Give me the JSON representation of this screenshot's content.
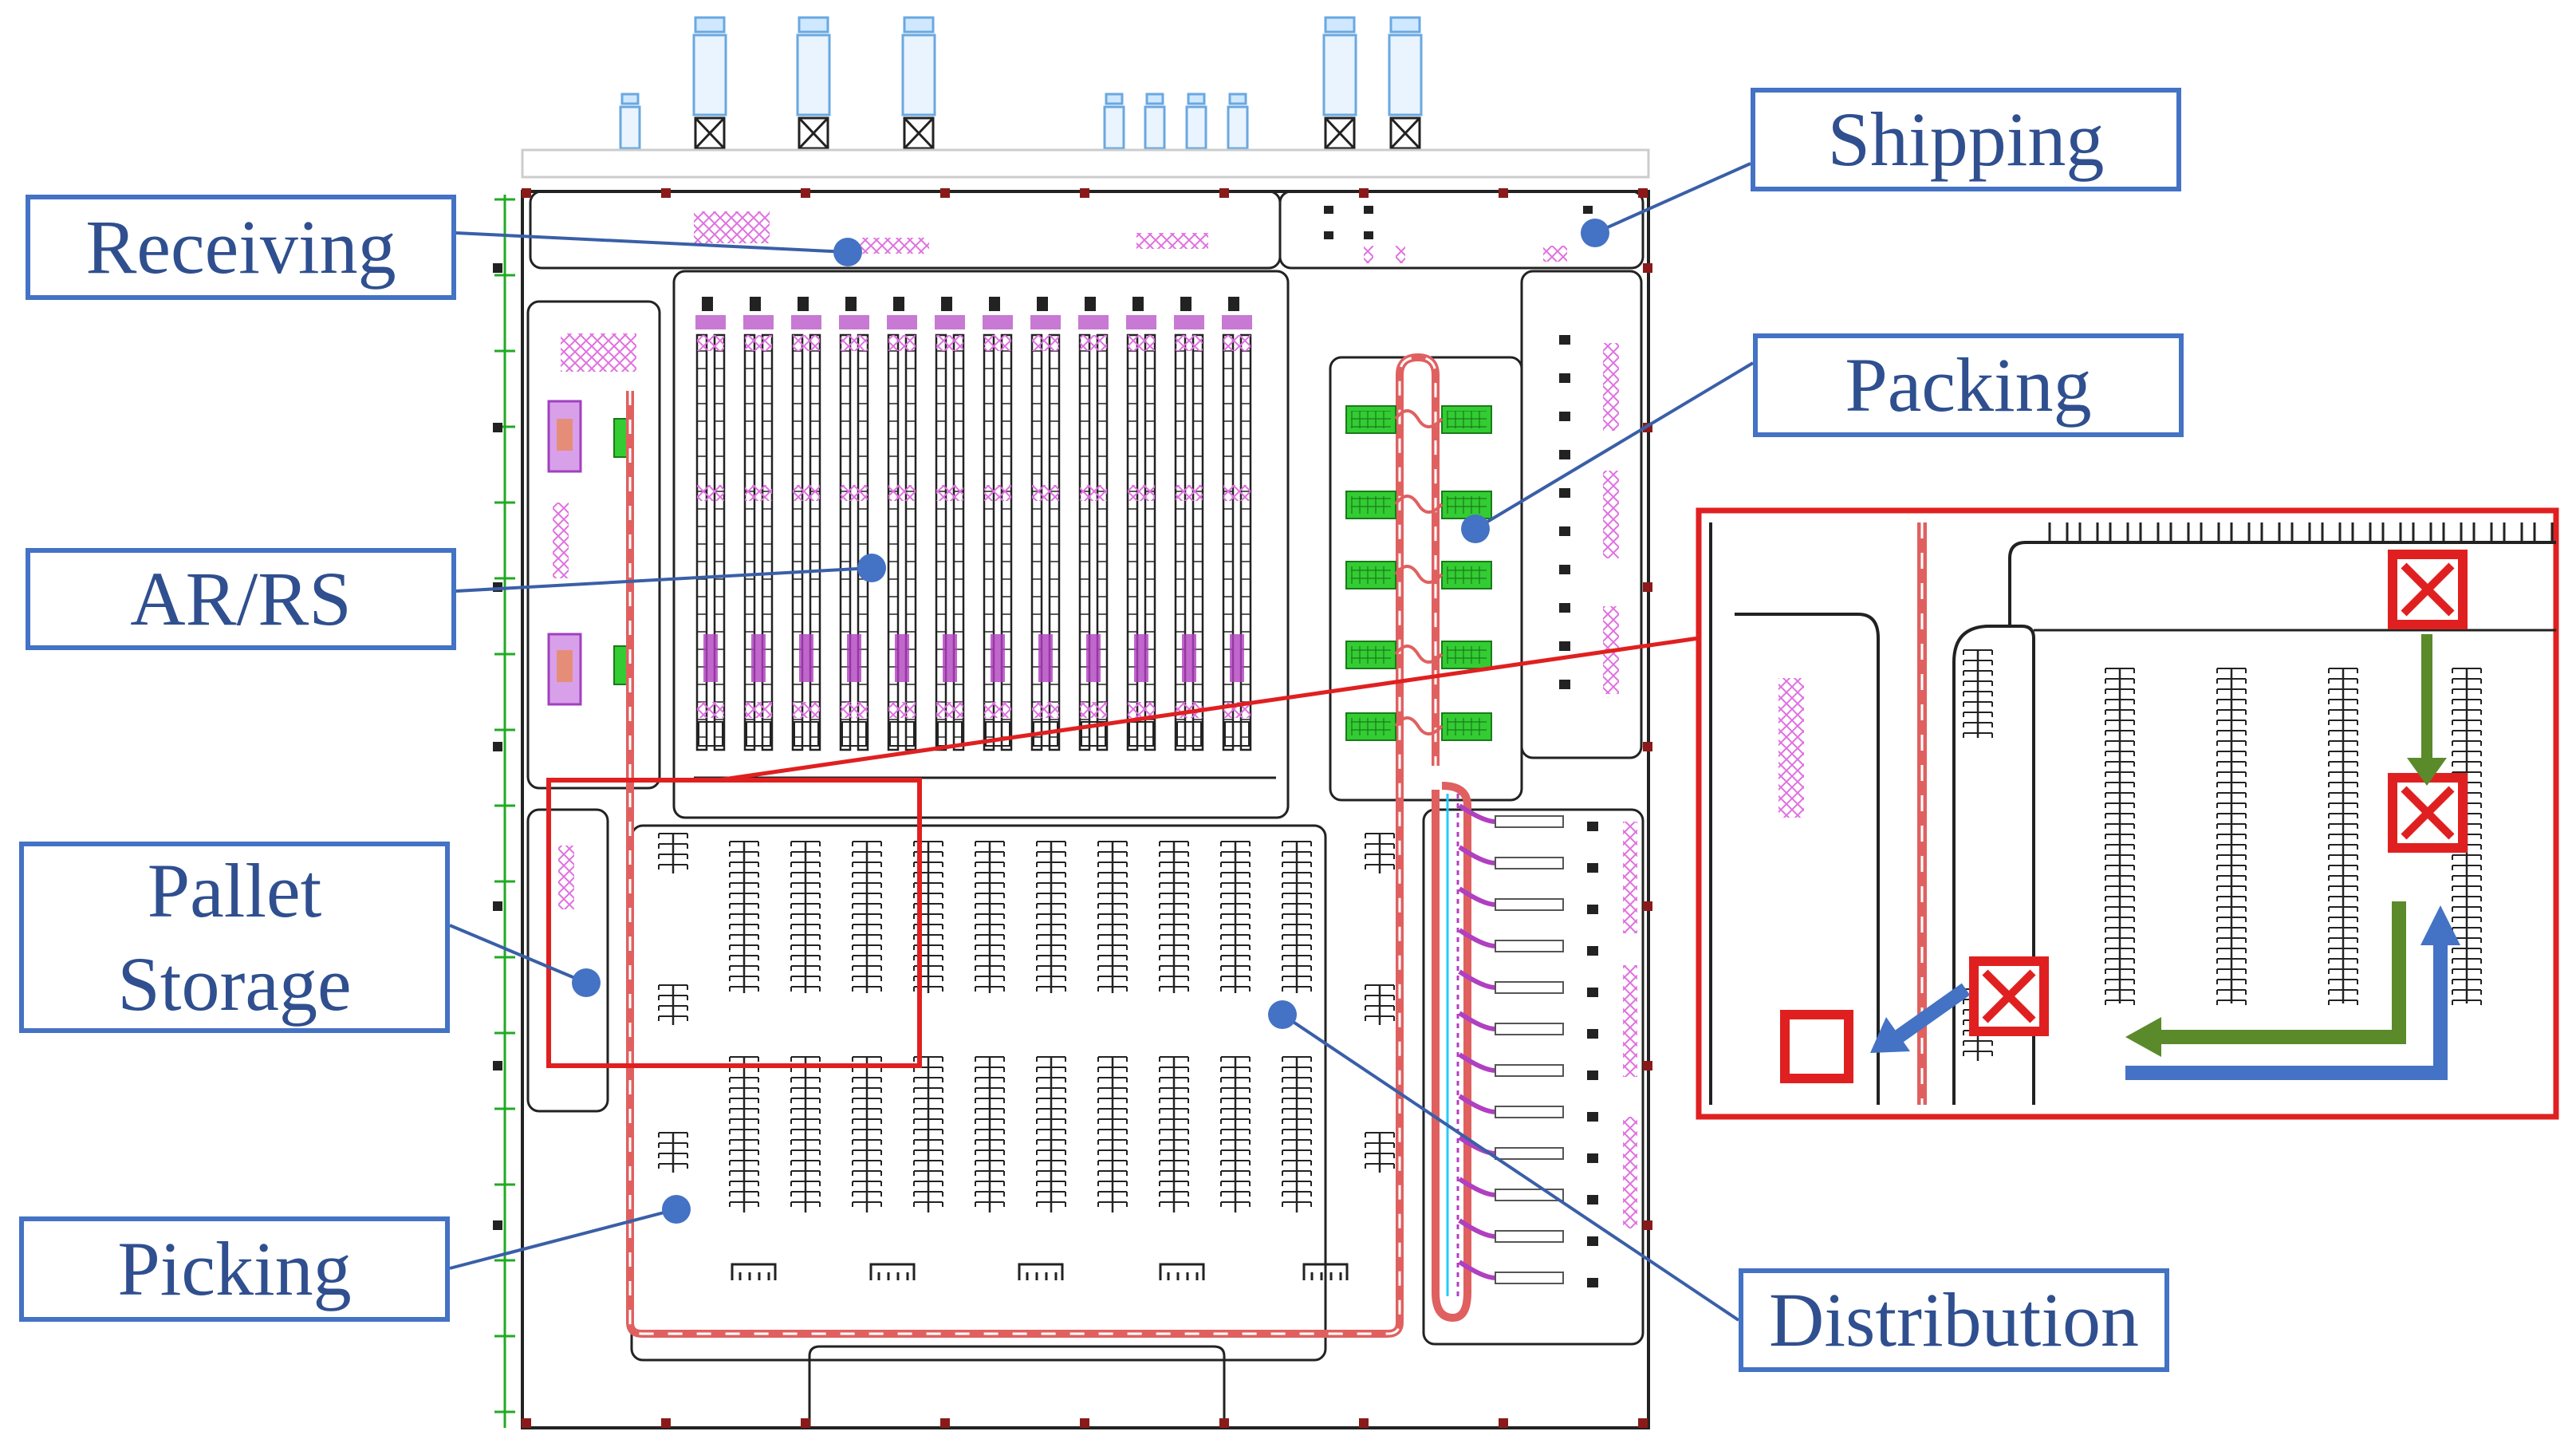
{
  "labels": {
    "receiving": "Receiving",
    "shipping": "Shipping",
    "packing": "Packing",
    "arrs": "AR/RS",
    "pallet_storage_line1": "Pallet",
    "pallet_storage_line2": "Storage",
    "picking": "Picking",
    "distribution": "Distribution"
  },
  "colors": {
    "callout_border": "#4472c4",
    "callout_text": "#2f4f8f",
    "marker": "#4472c4",
    "leader_line": "#3a5fa8",
    "zoom_frame": "#e02020",
    "conveyor": "#e06060",
    "rack_accent": "#b040c0",
    "packing_station": "#33cc33",
    "pallet_mark": "#e8a0e8",
    "flow_green": "#5a8a2a",
    "flow_blue": "#4472c4"
  },
  "icons": [
    "silo-icon",
    "loading-dock-icon",
    "pallet-x-icon",
    "flow-arrow-icon"
  ]
}
